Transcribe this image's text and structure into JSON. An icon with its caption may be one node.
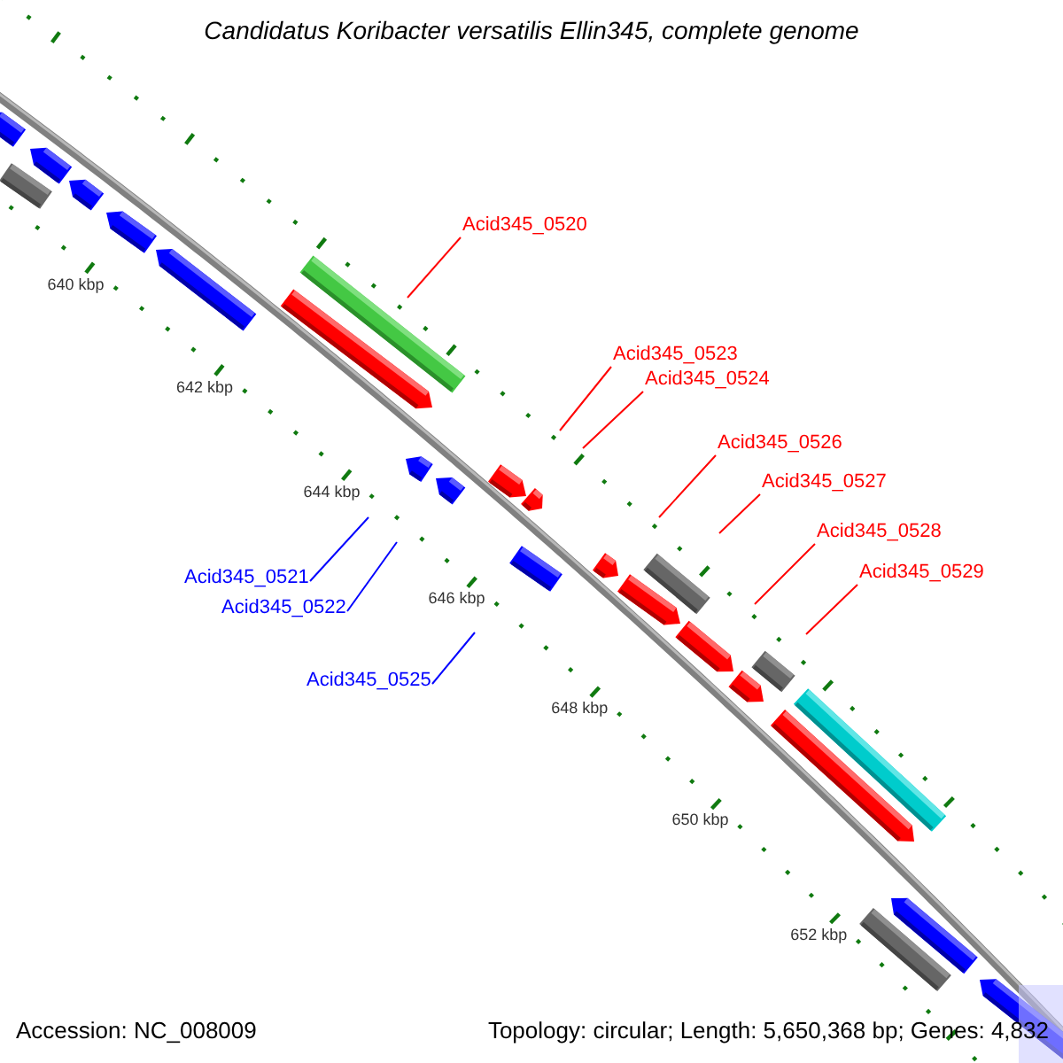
{
  "diagram": {
    "title": "Candidatus Koribacter versatilis Ellin345, complete genome",
    "nodes": [
      {
        "text": [
          "Acid345_0520"
        ]
      },
      {
        "text": [
          "Acid345_0523"
        ]
      },
      {
        "text": [
          "Acid345_0524"
        ]
      },
      {
        "text": [
          "Acid345_0526"
        ]
      },
      {
        "text": [
          "Acid345_0527"
        ]
      },
      {
        "text": [
          "Acid345_0528"
        ]
      },
      {
        "text": [
          "Acid345_0529"
        ]
      },
      {
        "text": [
          "Acid345_0521"
        ]
      },
      {
        "text": [
          "Acid345_0522"
        ]
      },
      {
        "text": [
          "Acid345_0525"
        ]
      }
    ],
    "edges": [
      {
        "from": 0,
        "to": null,
        "arrow": "none"
      },
      {
        "from": 1,
        "to": null,
        "arrow": "none"
      },
      {
        "from": 2,
        "to": null,
        "arrow": "none"
      },
      {
        "from": 3,
        "to": null,
        "arrow": "none"
      },
      {
        "from": 4,
        "to": null,
        "arrow": "none"
      },
      {
        "from": 5,
        "to": null,
        "arrow": "none"
      },
      {
        "from": 6,
        "to": null,
        "arrow": "none"
      },
      {
        "from": 7,
        "to": null,
        "arrow": "none",
        "color": "#0000ff"
      },
      {
        "from": 8,
        "to": null,
        "arrow": "none",
        "color": "#0000ff"
      },
      {
        "from": 9,
        "to": null,
        "arrow": "none",
        "color": "#0000ff"
      }
    ],
    "labels": [
      "640 kbp",
      "642 kbp",
      "644 kbp",
      "646 kbp",
      "648 kbp",
      "650 kbp",
      "652 kbp",
      "Accession: NC_008009",
      "Topology: circular; Length: 5,650,368 bp; Genes: 4,832"
    ]
  }
}
